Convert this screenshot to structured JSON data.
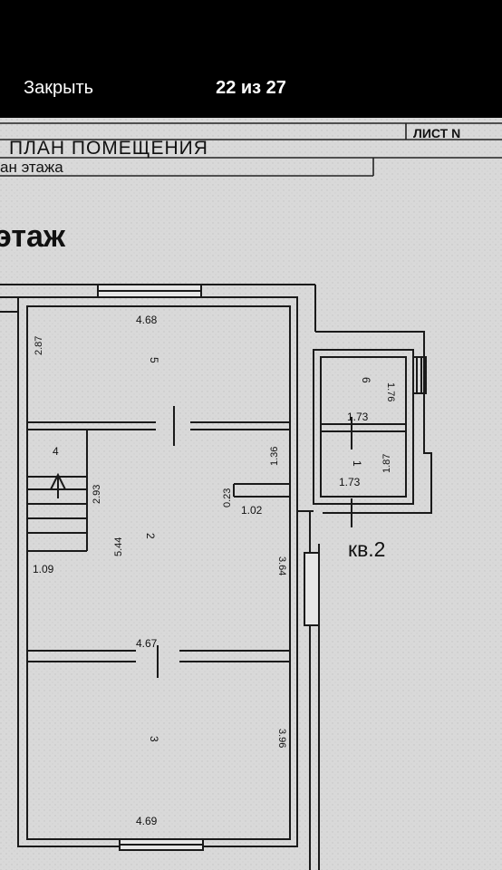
{
  "viewer": {
    "close_label": "Закрыть",
    "counter": "22 из 27"
  },
  "plan": {
    "header_top": "ЛИСТ N",
    "header_title": "ПЛАН ПОМЕЩЕНИЯ",
    "subheader": "ан этажа",
    "floor_title": "этаж",
    "apartment_label": "кв.2",
    "room_numbers": {
      "r5": "5",
      "r6": "6",
      "r1": "1",
      "r4": "4",
      "r2": "2",
      "r3": "3"
    },
    "dimensions": {
      "d_468": "4.68",
      "d_287": "2.87",
      "d_176": "1.76",
      "d_173a": "1.73",
      "d_173b": "1.73",
      "d_187": "1.87",
      "d_136": "1.36",
      "d_293": "2.93",
      "d_023": "0.23",
      "d_102": "1.02",
      "d_544": "5.44",
      "d_109": "1.09",
      "d_364": "3.64",
      "d_467": "4.67",
      "d_396": "3.96",
      "d_469": "4.69"
    }
  }
}
